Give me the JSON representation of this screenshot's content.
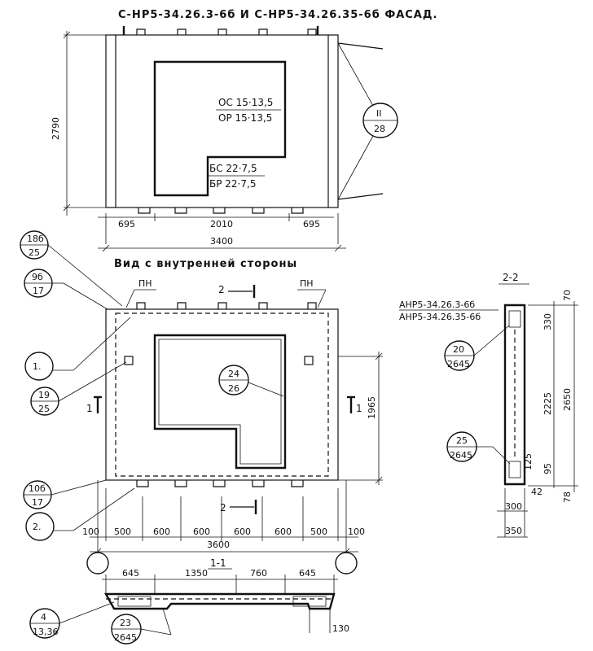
{
  "titles": {
    "facade": "С-НР5-34.26.3-6б И С-НР5-34.26.35-6б ФАСАД.",
    "inner_view": "Вид с внутренней стороны",
    "section_2_2": "2-2",
    "section_1_1": "1-1"
  },
  "facade": {
    "opening_upper_1": "ОС 15·13,5",
    "opening_upper_2": "ОР 15·13,5",
    "opening_lower_1": "БС 22·7,5",
    "opening_lower_2": "БР 22·7,5",
    "height_dim": "2790",
    "dims_bottom": [
      "695",
      "2010",
      "695"
    ],
    "dim_total": "3400",
    "callout_top": "II",
    "callout_bottom": "28"
  },
  "inner": {
    "pn_left": "ПН",
    "pn_right": "ПН",
    "cut_2_top": "2",
    "cut_2_bottom": "2",
    "cut_1_left": "1",
    "cut_1_right": "1",
    "height_right": "1965",
    "dims_bottom": [
      "100",
      "500",
      "600",
      "600",
      "600",
      "600",
      "500",
      "100"
    ],
    "dim_total": "3600",
    "callouts": [
      {
        "top": "18б",
        "bottom": "25"
      },
      {
        "top": "9б",
        "bottom": "17"
      },
      {
        "top": "1.",
        "bottom": ""
      },
      {
        "top": "19",
        "bottom": "25"
      },
      {
        "top": "10б",
        "bottom": "17"
      },
      {
        "top": "2.",
        "bottom": ""
      },
      {
        "top": "24",
        "bottom": "26"
      }
    ]
  },
  "section22": {
    "label_1": "АНР5-34.26.3-6б",
    "label_2": "АНР5-34.26.35-6б",
    "callout_a": {
      "top": "20",
      "bottom": "2645"
    },
    "callout_b": {
      "top": "25",
      "bottom": "2645"
    },
    "dims_right": [
      "70",
      "330",
      "2225",
      "2650",
      "125",
      "95",
      "42",
      "78"
    ],
    "dims_bottom": [
      "300",
      "350"
    ]
  },
  "section11": {
    "dims_top": [
      "645",
      "1350",
      "760",
      "645"
    ],
    "callout_a": {
      "top": "4",
      "bottom": "13,36"
    },
    "callout_b": {
      "top": "23",
      "bottom": "2645"
    },
    "dim_bottom": "130"
  }
}
